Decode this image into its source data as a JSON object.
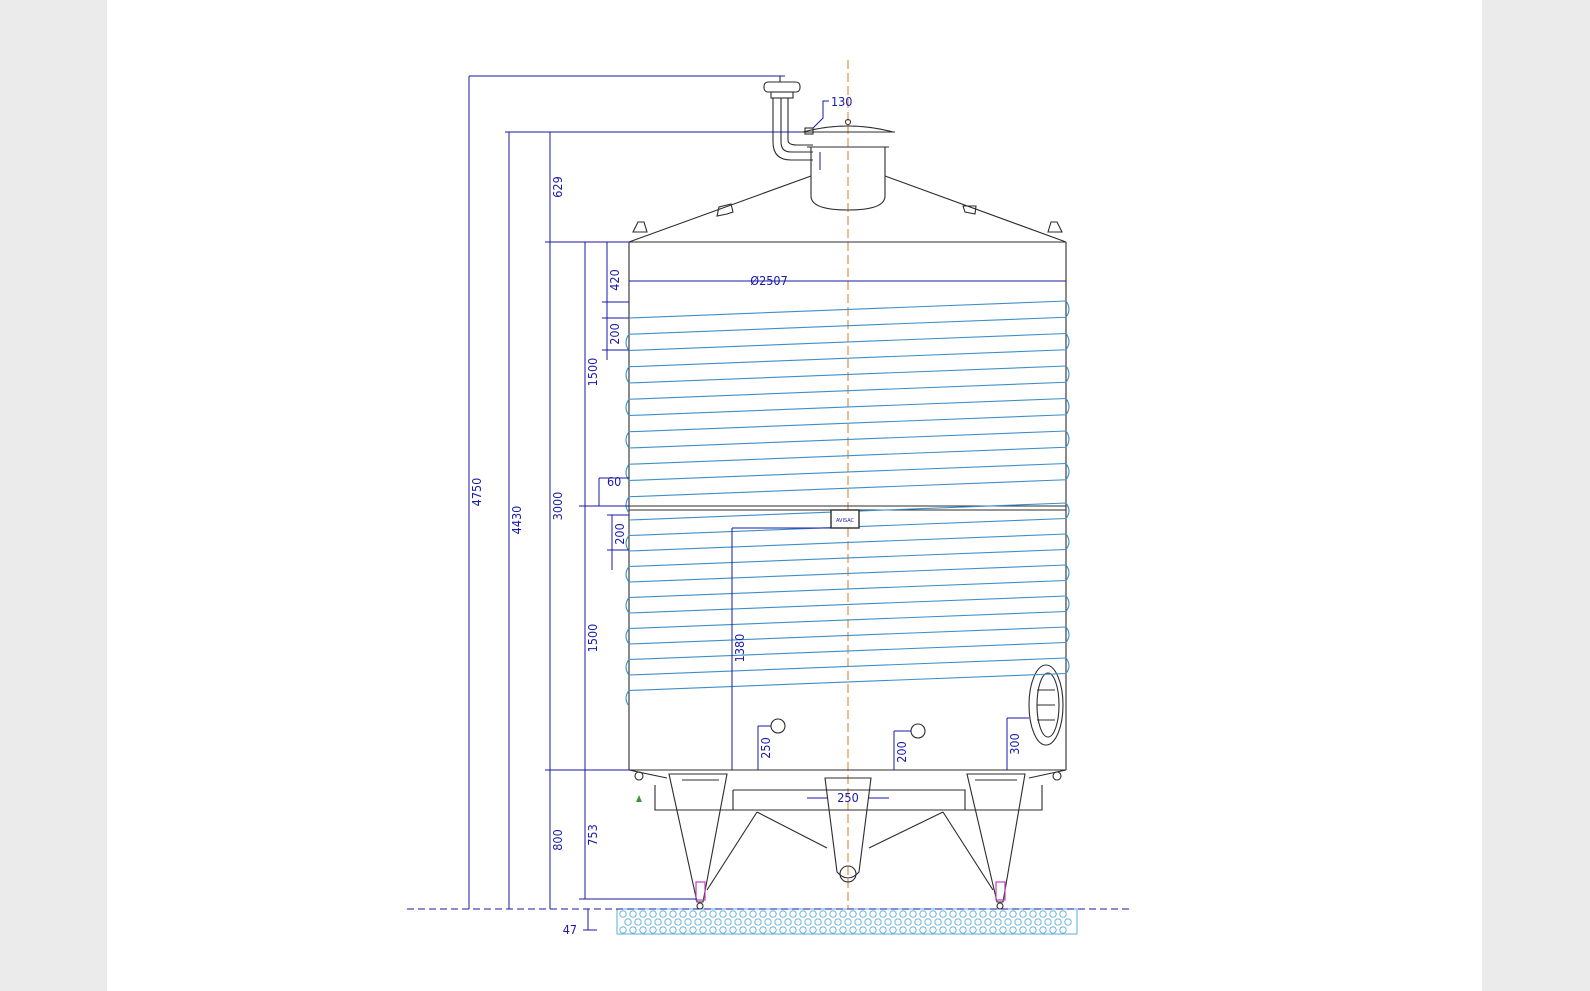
{
  "drawing": {
    "colors": {
      "background": "#ebebeb",
      "sheet": "#ffffff",
      "dimension": "#1a1aa6",
      "outline": "#2c2c2c",
      "cooling_coil": "#3d8fc9",
      "center_axis": "#e07a1e",
      "leg_pad": "#c040c0",
      "concrete": "#5aaed8"
    },
    "nameplate_text": "AVISAC",
    "dimensions": {
      "overall_height": "4750",
      "lid_height": "4430",
      "cylinder_height": "3000",
      "cone_height": "629",
      "lid_offset": "130",
      "diameter": "Ø2507",
      "coil_top_offset": "420",
      "coil_pitch_upper": "200",
      "upper_jacket": "1500",
      "jacket_gap": "60",
      "coil_pitch_lower": "200",
      "lower_jacket": "1500",
      "nameplate_height": "1380",
      "outlet_height_left": "250",
      "outlet_height_right": "200",
      "manway_height": "300",
      "drain_width": "250",
      "leg_height": "800",
      "leg_clearance": "753",
      "floor_offset": "47"
    }
  }
}
